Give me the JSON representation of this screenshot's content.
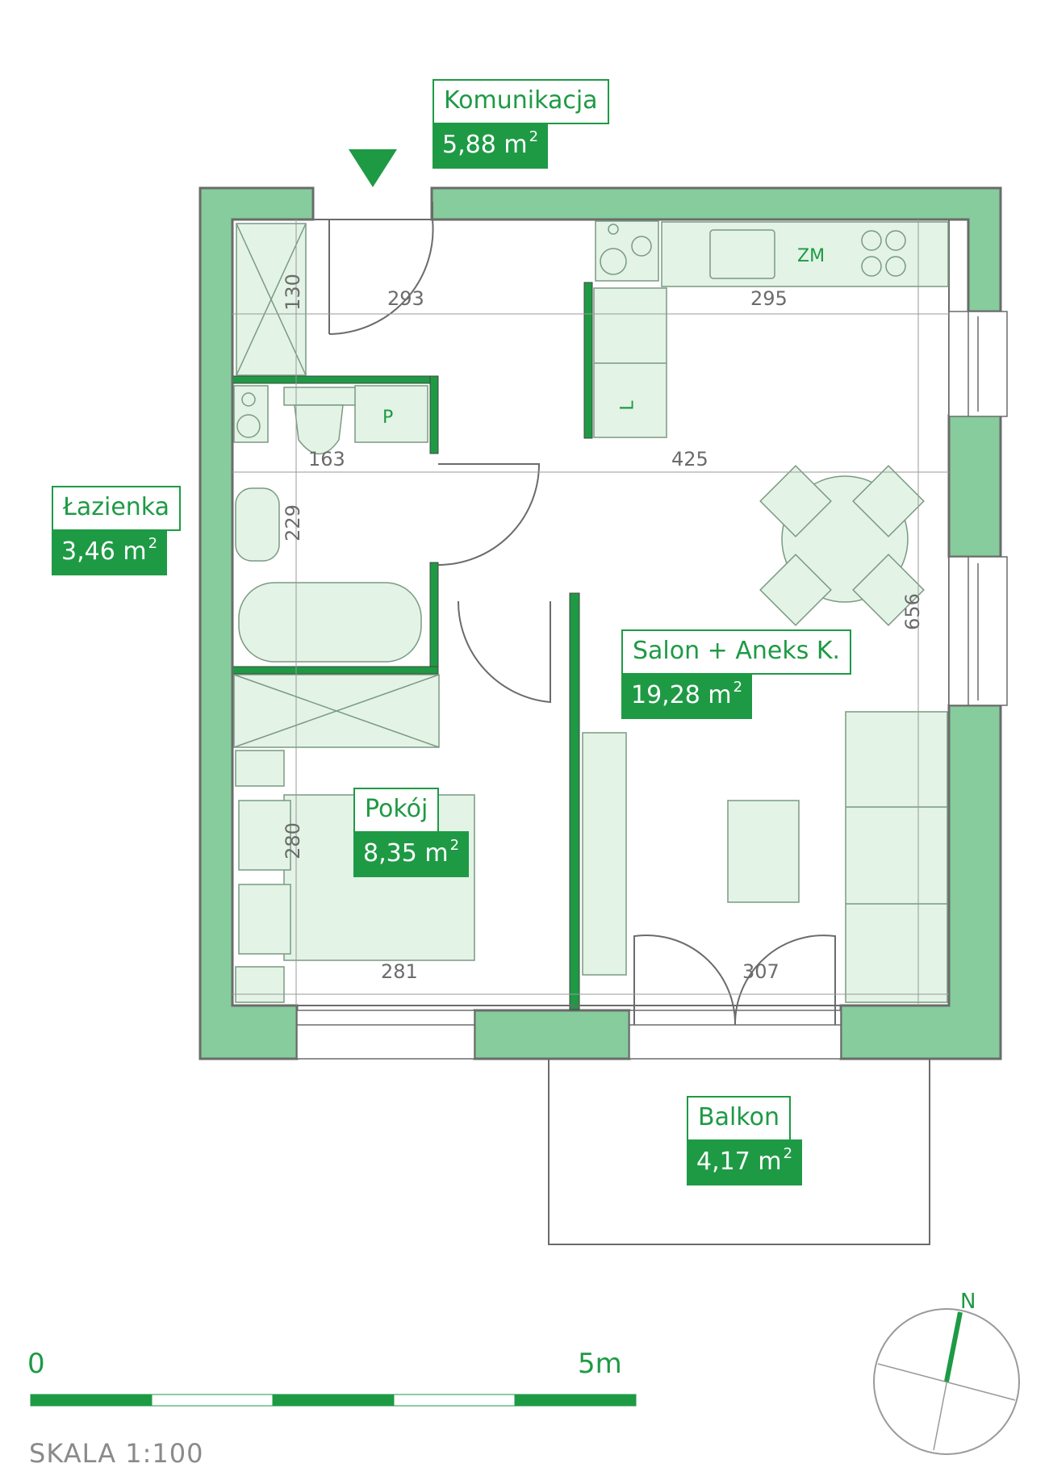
{
  "rooms": {
    "komunikacja": {
      "name": "Komunikacja",
      "area": "5,88 m",
      "unit_sup": "2"
    },
    "lazienka": {
      "name": "Łazienka",
      "area": "3,46 m",
      "unit_sup": "2"
    },
    "salon": {
      "name": "Salon + Aneks K.",
      "area": "19,28 m",
      "unit_sup": "2"
    },
    "pokoj": {
      "name": "Pokój",
      "area": "8,35 m",
      "unit_sup": "2"
    },
    "balkon": {
      "name": "Balkon",
      "area": "4,17 m",
      "unit_sup": "2"
    }
  },
  "dimensions": {
    "d293": "293",
    "d295": "295",
    "d130": "130",
    "d163": "163",
    "d425": "425",
    "d229": "229",
    "d656": "656",
    "d280": "280",
    "d281": "281",
    "d307": "307"
  },
  "fixtures": {
    "zm": "ZM",
    "p": "P",
    "l": "L"
  },
  "scale": {
    "start": "0",
    "end": "5m",
    "label": "SKALA 1:100"
  },
  "north": {
    "letter": "N"
  },
  "colors": {
    "wall_fill": "#86cc9c",
    "wall_outline": "#6b6b6b",
    "accent": "#1e9a45",
    "furniture_fill": "#e3f3e6",
    "furniture_stroke": "#7a9a82"
  }
}
